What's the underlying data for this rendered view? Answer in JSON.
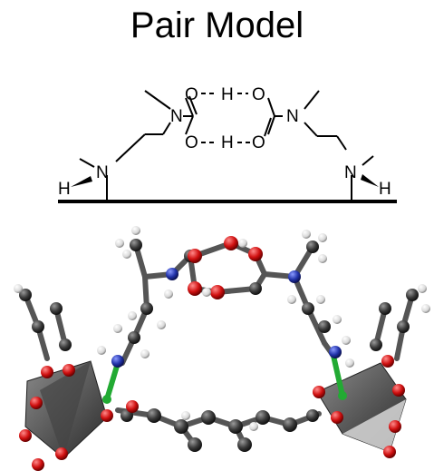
{
  "title": "Pair Model",
  "scheme_labels": {
    "o_top_left": "O",
    "o_bottom_left": "O",
    "h_top": "H",
    "h_bottom": "H",
    "o_top_right": "O",
    "o_bottom_right": "O",
    "n_carbamate_left": "N",
    "n_carbamate_right": "N",
    "n_amine_left": "N",
    "n_amine_right": "N",
    "h_amine_left": "H",
    "h_amine_right": "H"
  },
  "colors": {
    "carbon": "#2e2e2e",
    "oxygen": "#cc1111",
    "nitrogen": "#2233aa",
    "hydrogen": "#e6e6e6",
    "metal_bond": "#22aa33",
    "polyhedron": "#555555"
  }
}
